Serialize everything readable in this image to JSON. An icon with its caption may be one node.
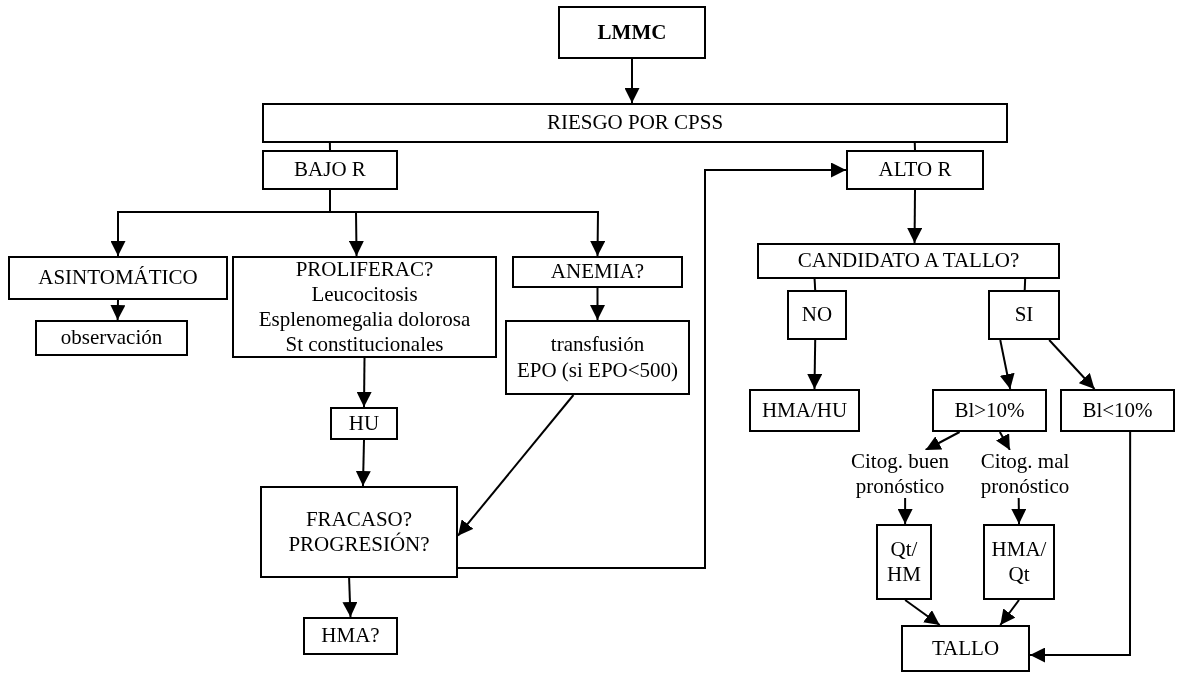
{
  "diagram": {
    "nodes": [
      {
        "text": [
          "LMMC"
        ]
      },
      {
        "text": [
          "RIESGO POR CPSS"
        ]
      },
      {
        "text": [
          "BAJO R"
        ]
      },
      {
        "text": [
          "ALTO R"
        ]
      },
      {
        "text": [
          "ASINTOMÁTICO"
        ]
      },
      {
        "text": [
          "PROLIFERAC?",
          "Leucocitosis",
          "Esplenomegalia dolorosa",
          "St constitucionales"
        ]
      },
      {
        "text": [
          "ANEMIA?"
        ]
      },
      {
        "text": [
          "observación"
        ]
      },
      {
        "text": [
          "transfusión",
          "EPO (si EPO<500)"
        ]
      },
      {
        "text": [
          "HU"
        ]
      },
      {
        "text": [
          "FRACASO? PROGRESIÓN?"
        ]
      },
      {
        "text": [
          "HMA?"
        ]
      },
      {
        "text": [
          "CANDIDATO A TALLO?"
        ]
      },
      {
        "text": [
          "NO"
        ]
      },
      {
        "text": [
          "SI"
        ]
      },
      {
        "text": [
          "HMA/HU"
        ]
      },
      {
        "text": [
          "Bl>10%"
        ]
      },
      {
        "text": [
          "Bl<10%"
        ]
      },
      {
        "text": [
          "Citog. buen pronóstico"
        ]
      },
      {
        "text": [
          "Citog. mal pronóstico"
        ]
      },
      {
        "text": [
          "Qt/ HM"
        ]
      },
      {
        "text": [
          "HMA/ Qt"
        ]
      },
      {
        "text": [
          "TALLO"
        ]
      }
    ],
    "edges": [
      {
        "from": 0,
        "to": 1,
        "arrow": "to"
      },
      {
        "from": 1,
        "to": 2,
        "arrow": "none"
      },
      {
        "from": 1,
        "to": 3,
        "arrow": "none"
      },
      {
        "from": 2,
        "to": 4,
        "arrow": "to"
      },
      {
        "from": 2,
        "to": 5,
        "arrow": "to"
      },
      {
        "from": 2,
        "to": 6,
        "arrow": "to"
      },
      {
        "from": 4,
        "to": 7,
        "arrow": "to"
      },
      {
        "from": 5,
        "to": 9,
        "arrow": "to"
      },
      {
        "from": 9,
        "to": 10,
        "arrow": "to"
      },
      {
        "from": 6,
        "to": 8,
        "arrow": "to"
      },
      {
        "from": 8,
        "to": 10,
        "arrow": "to"
      },
      {
        "from": 10,
        "to": 11,
        "arrow": "to"
      },
      {
        "from": 10,
        "to": 3,
        "arrow": "to"
      },
      {
        "from": 3,
        "to": 12,
        "arrow": "to"
      },
      {
        "from": 12,
        "to": 13,
        "arrow": "none"
      },
      {
        "from": 12,
        "to": 14,
        "arrow": "none"
      },
      {
        "from": 13,
        "to": 15,
        "arrow": "to"
      },
      {
        "from": 14,
        "to": 16,
        "arrow": "to"
      },
      {
        "from": 14,
        "to": 17,
        "arrow": "to"
      },
      {
        "from": 16,
        "to": 18,
        "arrow": "to"
      },
      {
        "from": 16,
        "to": 19,
        "arrow": "to"
      },
      {
        "from": 18,
        "to": 20,
        "arrow": "to"
      },
      {
        "from": 19,
        "to": 21,
        "arrow": "to"
      },
      {
        "from": 20,
        "to": 22,
        "arrow": "to"
      },
      {
        "from": 21,
        "to": 22,
        "arrow": "to"
      },
      {
        "from": 17,
        "to": 22,
        "arrow": "to"
      }
    ]
  }
}
